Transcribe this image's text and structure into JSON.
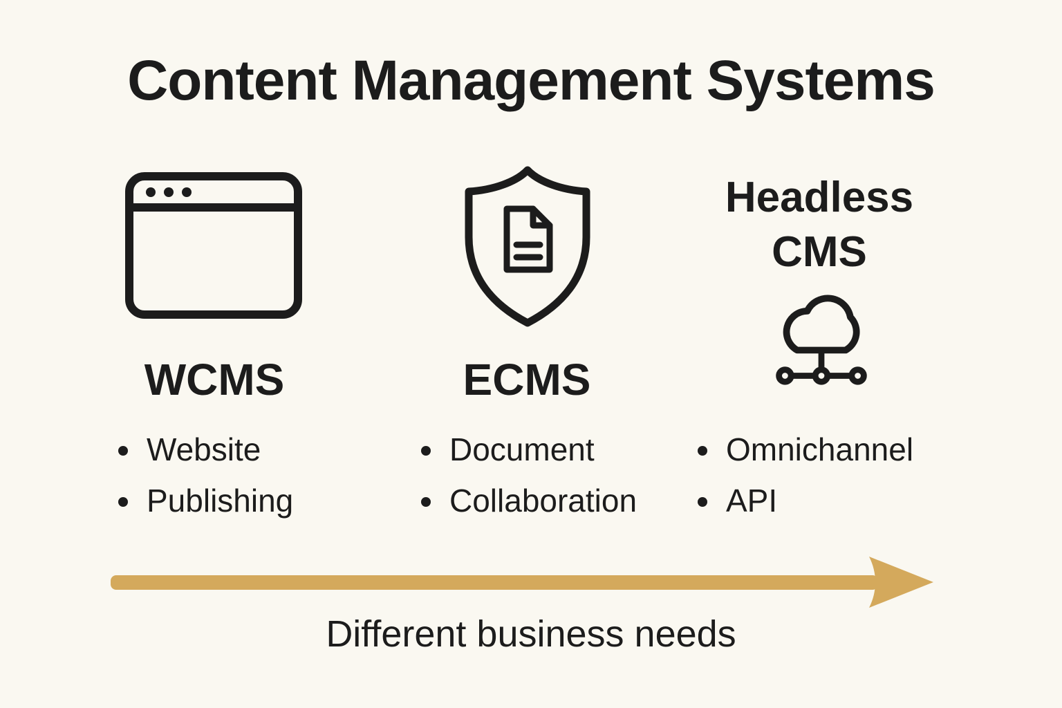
{
  "title": "Content Management Systems",
  "colors": {
    "background": "#FAF8F1",
    "text": "#1C1C1C",
    "arrow": "#D4A95C"
  },
  "columns": [
    {
      "heading": "WCMS",
      "icon": "browser-window-icon",
      "bullets": [
        "Website",
        "Publishing"
      ]
    },
    {
      "heading": "ECMS",
      "icon": "shield-document-icon",
      "bullets": [
        "Document",
        "Collaboration"
      ]
    },
    {
      "heading": "Headless CMS",
      "icon": "cloud-network-icon",
      "bullets": [
        "Omnichannel",
        "API"
      ]
    }
  ],
  "arrow": {
    "caption": "Different business needs"
  }
}
